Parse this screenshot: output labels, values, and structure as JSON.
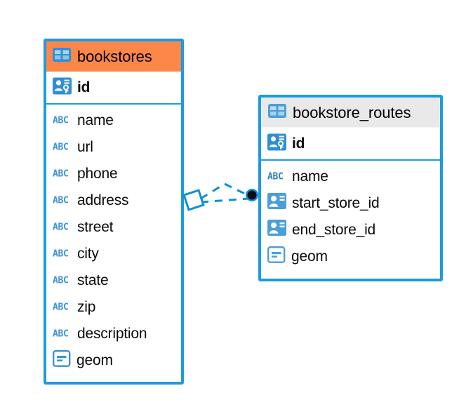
{
  "diagram": {
    "type": "entity-relationship-diagram",
    "background_color": "#ffffff",
    "accent_color": "#1b9ce0",
    "selected_color": "#fd8649",
    "unselected_header_color": "#e9e9e9"
  },
  "tables": [
    {
      "name": "bookstores",
      "selected": true,
      "header_icon": "table-icon",
      "primary_key": {
        "label": "id",
        "icon": "primary-key-icon",
        "type": "integer"
      },
      "fields": [
        {
          "label": "name",
          "icon": "text-abc-icon"
        },
        {
          "label": "url",
          "icon": "text-abc-icon"
        },
        {
          "label": "phone",
          "icon": "text-abc-icon"
        },
        {
          "label": "address",
          "icon": "text-abc-icon"
        },
        {
          "label": "street",
          "icon": "text-abc-icon"
        },
        {
          "label": "city",
          "icon": "text-abc-icon"
        },
        {
          "label": "state",
          "icon": "text-abc-icon"
        },
        {
          "label": "zip",
          "icon": "text-abc-icon"
        },
        {
          "label": "description",
          "icon": "text-abc-icon"
        },
        {
          "label": "geom",
          "icon": "geometry-icon"
        }
      ]
    },
    {
      "name": "bookstore_routes",
      "selected": false,
      "header_icon": "table-icon",
      "primary_key": {
        "label": "id",
        "icon": "primary-key-icon",
        "type": "integer"
      },
      "fields": [
        {
          "label": "name",
          "icon": "text-abc-icon"
        },
        {
          "label": "start_store_id",
          "icon": "foreign-key-icon"
        },
        {
          "label": "end_store_id",
          "icon": "foreign-key-icon"
        },
        {
          "label": "geom",
          "icon": "geometry-icon"
        }
      ]
    }
  ],
  "relationships": [
    {
      "from_table": "bookstores",
      "to_table": "bookstore_routes",
      "from_marker": "diamond-open",
      "to_marker": "circle-filled",
      "line_style": "dashed",
      "color": "#1b9ce0",
      "path": "curved"
    },
    {
      "from_table": "bookstores",
      "to_table": "bookstore_routes",
      "from_marker": "diamond-open",
      "to_marker": "circle-filled",
      "line_style": "dashed",
      "color": "#1b9ce0",
      "path": "straight"
    }
  ]
}
